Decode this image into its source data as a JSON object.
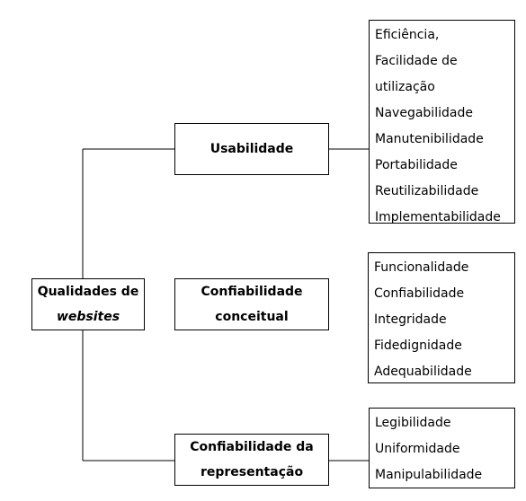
{
  "diagram": {
    "root": {
      "line1": "Qualidades de",
      "line2": "websites"
    },
    "branches": [
      {
        "label_lines": [
          "Usabilidade"
        ],
        "items": [
          "Eficiência,",
          "Facilidade de",
          "utilização",
          "Navegabilidade",
          "Manutenibilidade",
          "Portabilidade",
          "Reutilizabilidade",
          "Implementabilidade"
        ]
      },
      {
        "label_lines": [
          "Confiabilidade",
          "conceitual"
        ],
        "items": [
          "Funcionalidade",
          "Confiabilidade",
          "Integridade",
          "Fidedignidade",
          "Adequabilidade"
        ]
      },
      {
        "label_lines": [
          "Confiabilidade da",
          "representação"
        ],
        "items": [
          "Legibilidade",
          "Uniformidade",
          "Manipulabilidade"
        ]
      }
    ]
  }
}
